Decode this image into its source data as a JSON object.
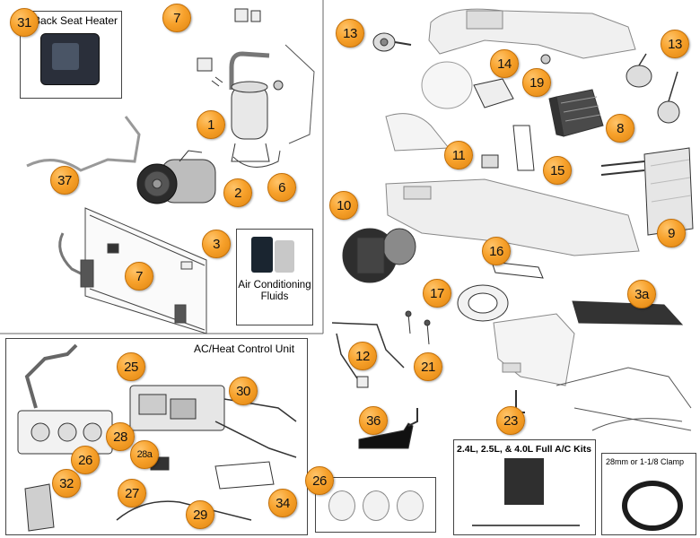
{
  "boxes": {
    "heater_title": "Back Seat Heater",
    "fluids_caption": "Air Conditioning Fluids",
    "acheat_title": "AC/Heat Control Unit",
    "kits_title": "2.4L, 2.5L, & 4.0L Full A/C Kits",
    "clamp_title": "28mm or 1-1/8 Clamp"
  },
  "callouts": [
    {
      "label": "31"
    },
    {
      "label": "7"
    },
    {
      "label": "1"
    },
    {
      "label": "2"
    },
    {
      "label": "6"
    },
    {
      "label": "37"
    },
    {
      "label": "3"
    },
    {
      "label": "7"
    },
    {
      "label": "13"
    },
    {
      "label": "14"
    },
    {
      "label": "19"
    },
    {
      "label": "13"
    },
    {
      "label": "8"
    },
    {
      "label": "11"
    },
    {
      "label": "15"
    },
    {
      "label": "10"
    },
    {
      "label": "9"
    },
    {
      "label": "16"
    },
    {
      "label": "17"
    },
    {
      "label": "3a"
    },
    {
      "label": "12"
    },
    {
      "label": "21"
    },
    {
      "label": "25"
    },
    {
      "label": "30"
    },
    {
      "label": "28"
    },
    {
      "label": "26"
    },
    {
      "label": "28a"
    },
    {
      "label": "27"
    },
    {
      "label": "32"
    },
    {
      "label": "29"
    },
    {
      "label": "34"
    },
    {
      "label": "36"
    },
    {
      "label": "23"
    },
    {
      "label": "26"
    }
  ]
}
